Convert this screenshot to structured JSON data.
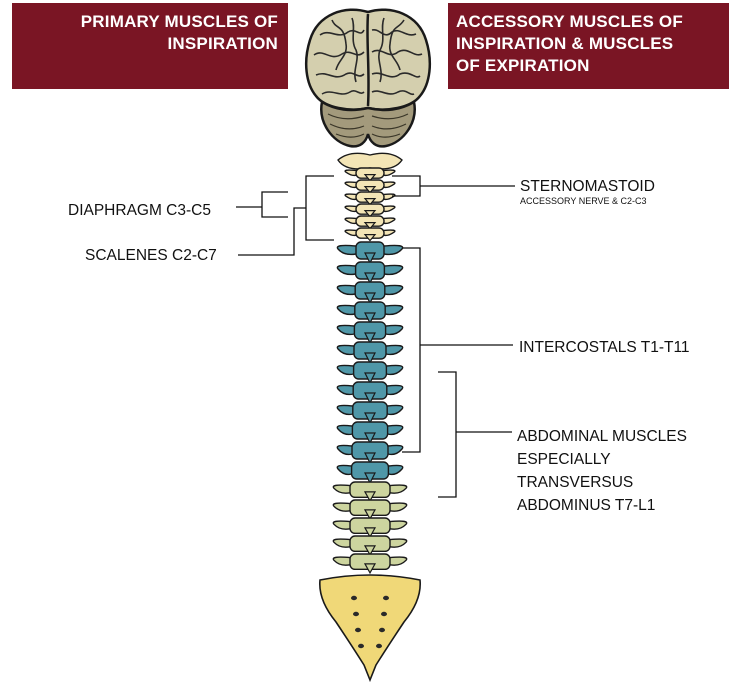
{
  "banners": {
    "primary": [
      "PRIMARY MUSCLES OF",
      "INSPIRATION"
    ],
    "accessory": [
      "ACCESSORY MUSCLES OF",
      "INSPIRATION & MUSCLES",
      "OF EXPIRATION"
    ]
  },
  "labels": {
    "diaphragm": "DIAPHRAGM C3-C5",
    "scalenes": "SCALENES C2-C7",
    "sternomastoid": "STERNOMASTOID",
    "sternomastoid_sub": "ACCESSORY NERVE & C2-C3",
    "intercostals": "INTERCOSTALS T1-T11",
    "abdominal": [
      "ABDOMINAL MUSCLES",
      "ESPECIALLY",
      "TRANSVERSUS",
      "ABDOMINUS T7-L1"
    ]
  },
  "colors": {
    "banner": "#7a1524",
    "cervical": "#f3e5b6",
    "thoracic": "#4f97a8",
    "lumbar": "#cdd59f",
    "sacrum": "#f0d878",
    "brain": "#d4cfae",
    "cerebellum": "#a39a7c"
  },
  "icons": {
    "brain": "brain-icon",
    "spine": "spine-icon"
  }
}
